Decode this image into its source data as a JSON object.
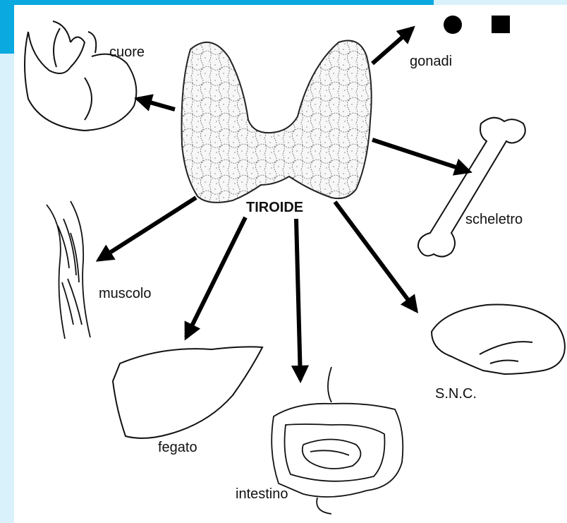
{
  "colors": {
    "frame_light": "#d8f1fa",
    "frame_accent": "#0aa9e0",
    "ink": "#111111",
    "arrow": "#000000"
  },
  "labels": {
    "center": "TIROIDE",
    "cuore": "cuore",
    "gonadi": "gonadi",
    "scheletro": "scheletro",
    "muscolo": "muscolo",
    "fegato": "fegato",
    "intestino": "intestino",
    "snc": "S.N.C."
  },
  "icons": {
    "gland": "thyroid-gland-icon",
    "heart": "heart-icon",
    "gonads": "gonads-icon",
    "bone": "bone-icon",
    "muscle": "muscle-icon",
    "liver": "liver-icon",
    "intestine": "intestine-icon",
    "brain": "brain-icon"
  }
}
